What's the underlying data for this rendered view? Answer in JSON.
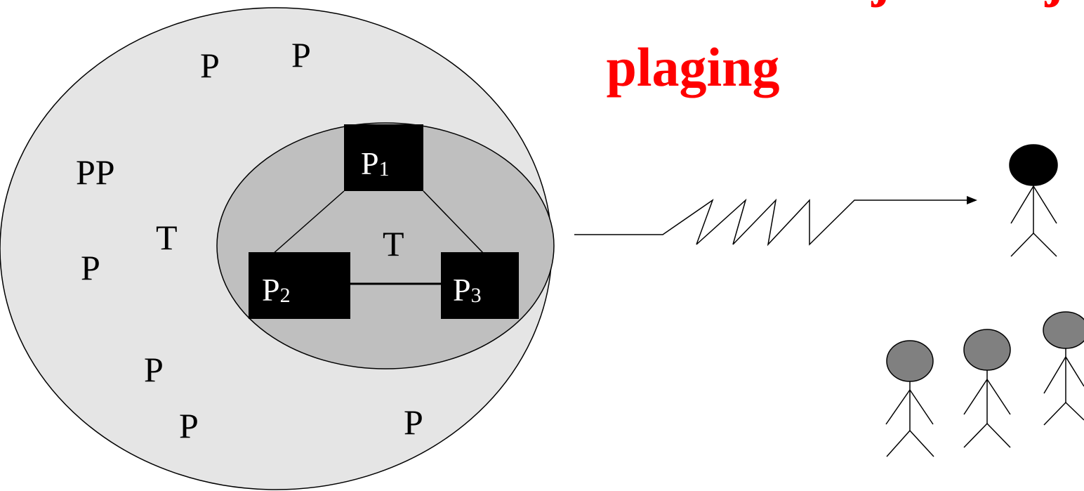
{
  "title": {
    "line1": "En mobbesituasjon - skjult",
    "line2": "plaging",
    "color": "#ff0000"
  },
  "colors": {
    "outer_fill": "#e5e5e5",
    "inner_fill": "#bfbfbf",
    "box_fill": "#000000",
    "person_head_dark": "#000000",
    "person_head_gray": "#808080"
  },
  "outer_labels": {
    "p_top_left": "P",
    "p_top_right": "P",
    "pp": "PP",
    "t_outer": "T",
    "p_left": "P",
    "p_bottom_1": "P",
    "p_bottom_2": "P",
    "p_bottom_3": "P"
  },
  "inner": {
    "t_inner": "T",
    "p1": {
      "letter": "P",
      "sub": "1"
    },
    "p2": {
      "letter": "P",
      "sub": "2"
    },
    "p3": {
      "letter": "P",
      "sub": "3"
    }
  },
  "people": {
    "victim": "victim-figure",
    "bystanders": [
      "bystander-figure",
      "bystander-figure",
      "bystander-figure"
    ]
  }
}
